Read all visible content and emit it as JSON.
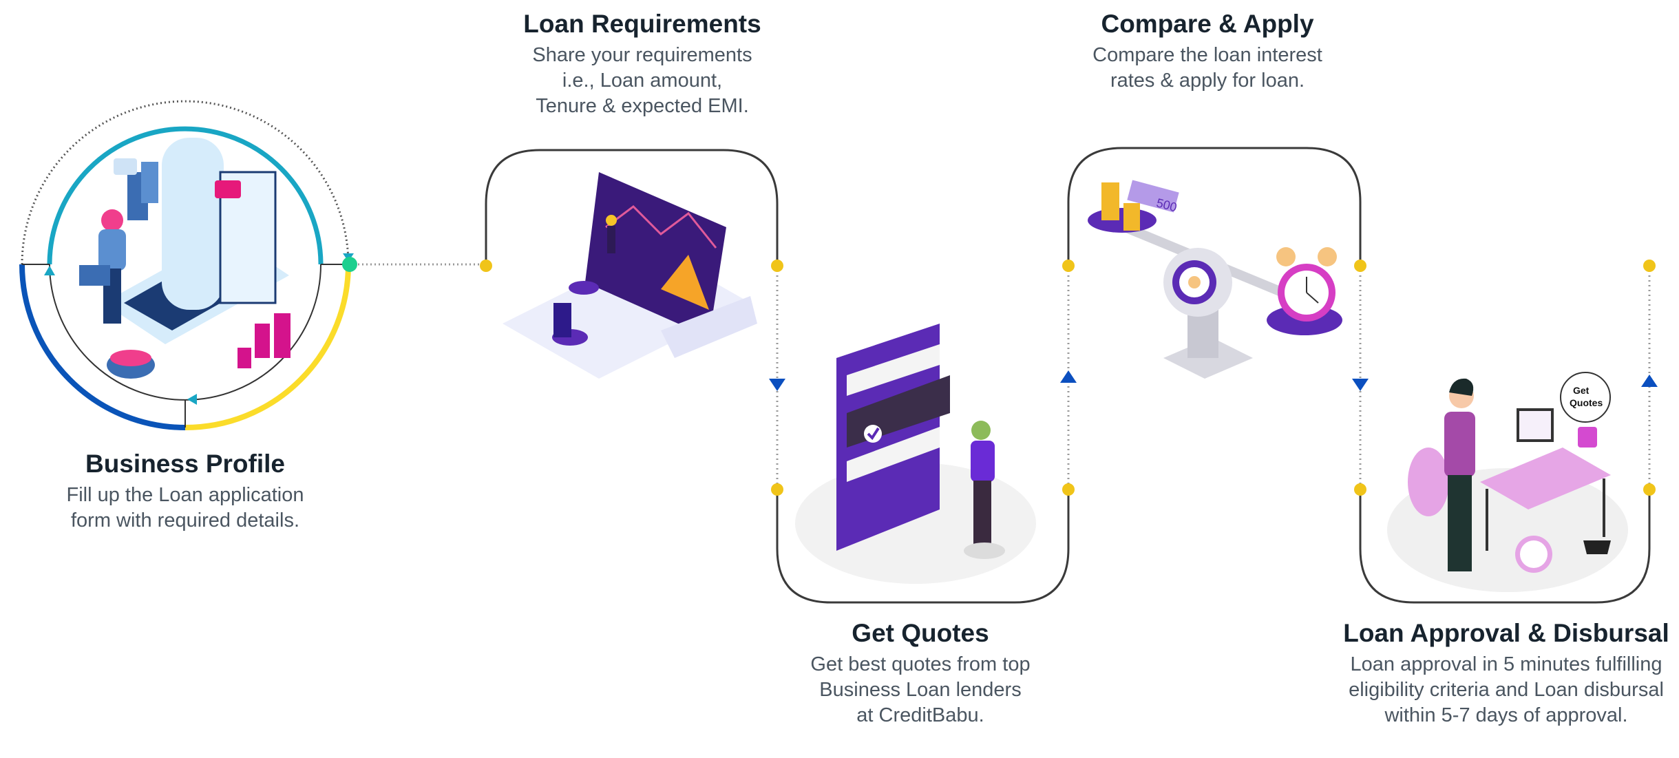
{
  "steps": [
    {
      "title": "Business Profile",
      "lines": [
        "Fill up the Loan application",
        "form with required details."
      ]
    },
    {
      "title": "Loan Requirements",
      "lines": [
        "Share your requirements",
        "i.e., Loan amount,",
        "Tenure & expected EMI."
      ]
    },
    {
      "title": "Get Quotes",
      "lines": [
        "Get best quotes from top",
        "Business Loan lenders",
        "at CreditBabu."
      ]
    },
    {
      "title": "Compare & Apply",
      "lines": [
        "Compare the loan interest",
        "rates & apply for loan."
      ]
    },
    {
      "title": "Loan Approval & Disbursal",
      "lines": [
        "Loan approval in 5 minutes fulfilling",
        "eligibility criteria and Loan disbursal",
        "within 5-7 days of approval."
      ]
    }
  ],
  "illustration_text": {
    "speech_bubble": [
      "Get",
      "Quotes"
    ],
    "banknote": "500"
  },
  "colors": {
    "connector": "#3a3a3a",
    "dot": "#f0c419",
    "arrow": "#0b4fbf",
    "ring_blue": "#0a54b8",
    "ring_yellow": "#fbdc2a",
    "ring_cyan": "#19a6c4",
    "start_dot": "#1ccf8e",
    "accent_purple": "#5b2bb5"
  }
}
